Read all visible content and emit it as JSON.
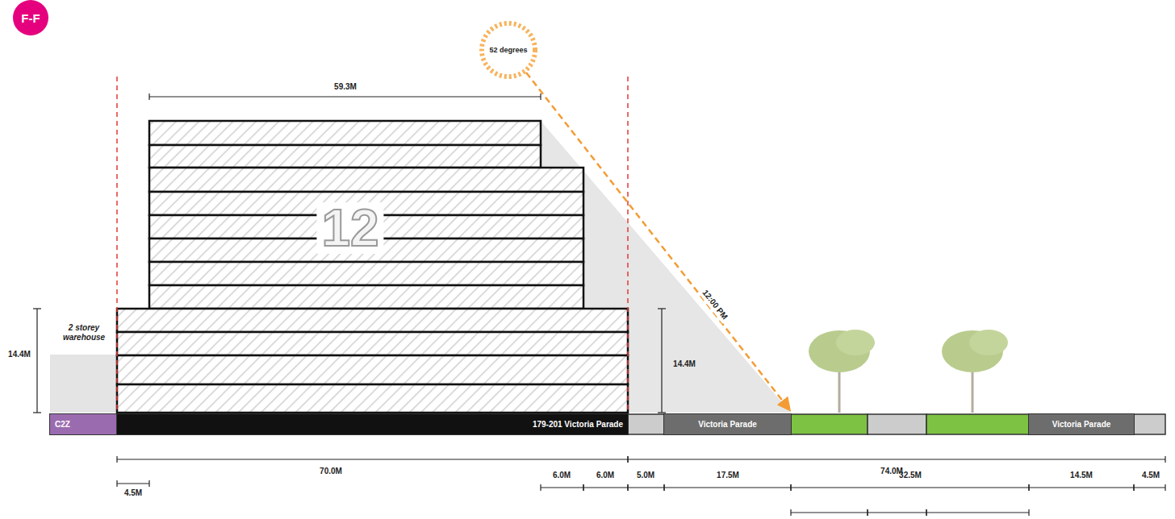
{
  "diagram": {
    "nodes": [
      {
        "text": [
          "F-F"
        ]
      },
      {
        "text": [
          "52 degrees"
        ]
      },
      {
        "text": [
          "C2Z"
        ]
      },
      {
        "text": [
          "179-201 Victoria Parade"
        ]
      },
      {
        "text": [
          "Victoria Parade"
        ]
      },
      {
        "text": [
          "Victoria Parade"
        ]
      }
    ],
    "labels": [
      "59.3M",
      "12",
      "2 storey warehouse",
      "14.4M",
      "14.4M",
      "12:00 PM",
      "70.0M",
      "74.0M",
      "4.5M",
      "6.0M",
      "6.0M",
      "5.0M",
      "17.5M",
      "32.5M",
      "14.5M",
      "4.5M"
    ]
  }
}
